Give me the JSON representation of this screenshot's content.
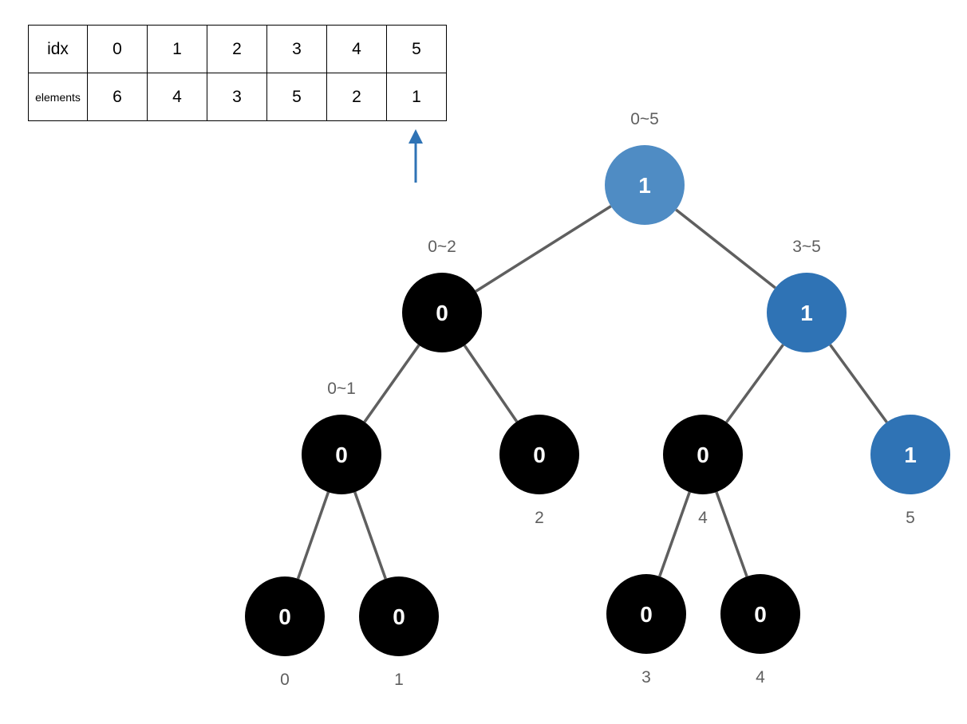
{
  "table": {
    "header": "idx",
    "row_label": "elements",
    "indices": [
      "0",
      "1",
      "2",
      "3",
      "4",
      "5"
    ],
    "elements": [
      "6",
      "4",
      "3",
      "5",
      "2",
      "1"
    ]
  },
  "colors": {
    "line": "#5f5f5f",
    "arrow": "#2f73b5",
    "node_default": "#000000",
    "node_highlight_light": "#4f8cc4",
    "node_highlight": "#2f73b5",
    "label": "#5f5f5f",
    "node_text": "#ffffff"
  },
  "tree": {
    "nodes": [
      {
        "id": "n-root",
        "value": "1",
        "range": "0~5",
        "style": "highlight_light"
      },
      {
        "id": "n-l",
        "value": "0",
        "range": "0~2",
        "style": "default"
      },
      {
        "id": "n-r",
        "value": "1",
        "range": "3~5",
        "style": "highlight"
      },
      {
        "id": "n-ll",
        "value": "0",
        "range": "0~1",
        "style": "default"
      },
      {
        "id": "n-lr",
        "value": "0",
        "leaf_label": "2",
        "style": "default"
      },
      {
        "id": "n-rl",
        "value": "0",
        "leaf_label": "4",
        "style": "default"
      },
      {
        "id": "n-rr",
        "value": "1",
        "leaf_label": "5",
        "style": "highlight"
      },
      {
        "id": "n-lll",
        "value": "0",
        "leaf_label": "0",
        "style": "default"
      },
      {
        "id": "n-llr",
        "value": "0",
        "leaf_label": "1",
        "style": "default"
      },
      {
        "id": "n-rll",
        "value": "0",
        "leaf_label": "3",
        "style": "default"
      },
      {
        "id": "n-rlr",
        "value": "0",
        "leaf_label": "4",
        "style": "default"
      }
    ]
  }
}
